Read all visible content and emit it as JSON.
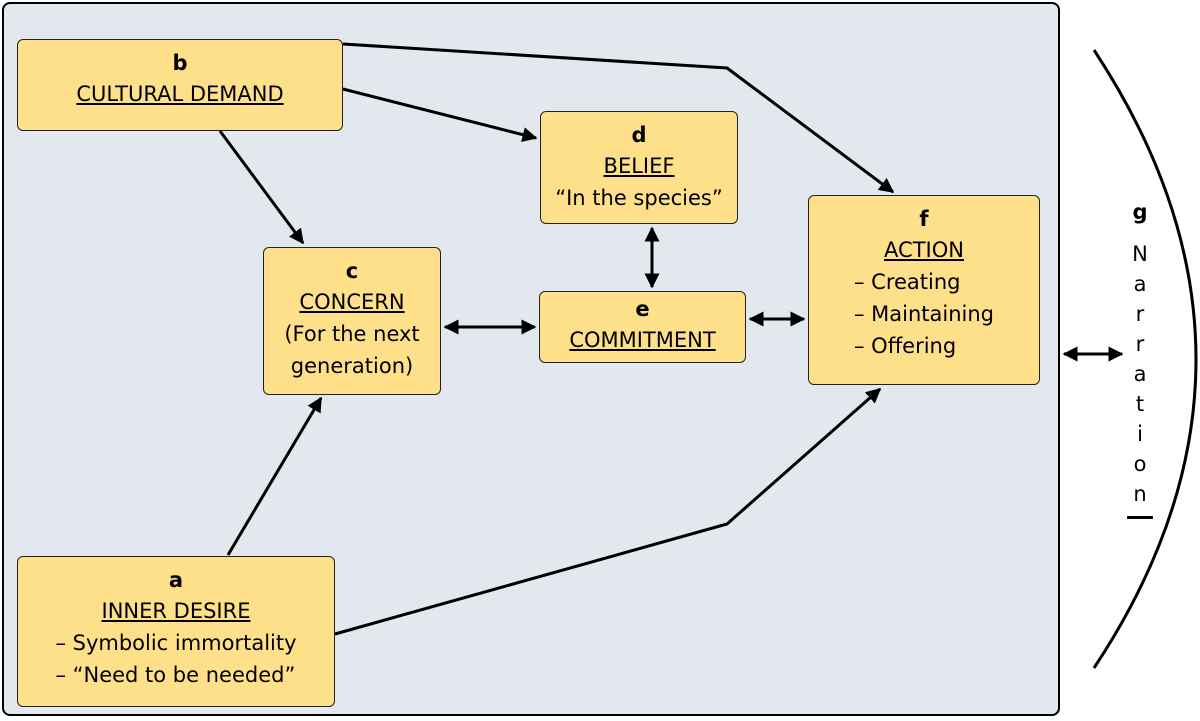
{
  "boxes": {
    "a": {
      "letter": "a",
      "title": "INNER DESIRE",
      "lines": [
        "– Symbolic immortality",
        "– “Need to be needed”"
      ]
    },
    "b": {
      "letter": "b",
      "title": "CULTURAL DEMAND"
    },
    "c": {
      "letter": "c",
      "title": "CONCERN",
      "lines": [
        "(For the next",
        "generation)"
      ]
    },
    "d": {
      "letter": "d",
      "title": "BELIEF",
      "lines": [
        "“In the species”"
      ]
    },
    "e": {
      "letter": "e",
      "title": "COMMITMENT"
    },
    "f": {
      "letter": "f",
      "title": "ACTION",
      "lines": [
        "– Creating",
        "– Maintaining",
        "– Offering"
      ]
    }
  },
  "narration": {
    "letter": "g",
    "chars": [
      "N",
      "a",
      "r",
      "r",
      "a",
      "t",
      "i",
      "o",
      "n"
    ]
  },
  "colors": {
    "box_fill": "#fedf8a",
    "panel_fill": "#e2e8ed",
    "stroke": "#000000"
  }
}
